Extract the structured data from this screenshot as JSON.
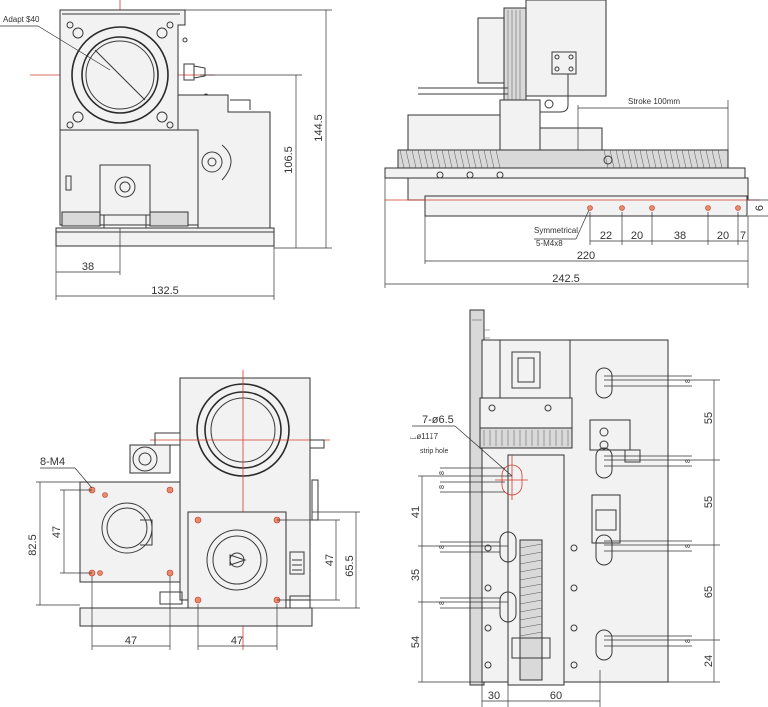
{
  "labels": {
    "adapt": "Adapt $40",
    "stroke": "Stroke 100mm",
    "symmetrical": "Symmetrical",
    "m4x8": "5-M4x8",
    "m4": "8-M4",
    "holes": "7-ø6.5",
    "counterbore": "⌴ø11↧7",
    "strip": "strip hole"
  },
  "dims": {
    "front_h1": "144.5",
    "front_h2": "106.5",
    "front_w1": "38",
    "front_w2": "132.5",
    "side_6": "6",
    "side_22": "22",
    "side_20a": "20",
    "side_38": "38",
    "side_20b": "20",
    "side_7": "7",
    "side_220": "220",
    "side_2425": "242.5",
    "rear_825": "82.5",
    "rear_47v": "47",
    "rear_47r": "47",
    "rear_655": "65.5",
    "rear_47a": "47",
    "rear_47b": "47",
    "top_41": "41",
    "top_35": "35",
    "top_54": "54",
    "top_8a": "8",
    "top_8b": "8",
    "top_8c": "8",
    "top_8d": "8",
    "top_8e": "8",
    "top_8f": "8",
    "top_8g": "8",
    "top_8h": "8",
    "top_55a": "55",
    "top_55b": "55",
    "top_65": "65",
    "top_24": "24",
    "top_30": "30",
    "top_60": "60"
  }
}
